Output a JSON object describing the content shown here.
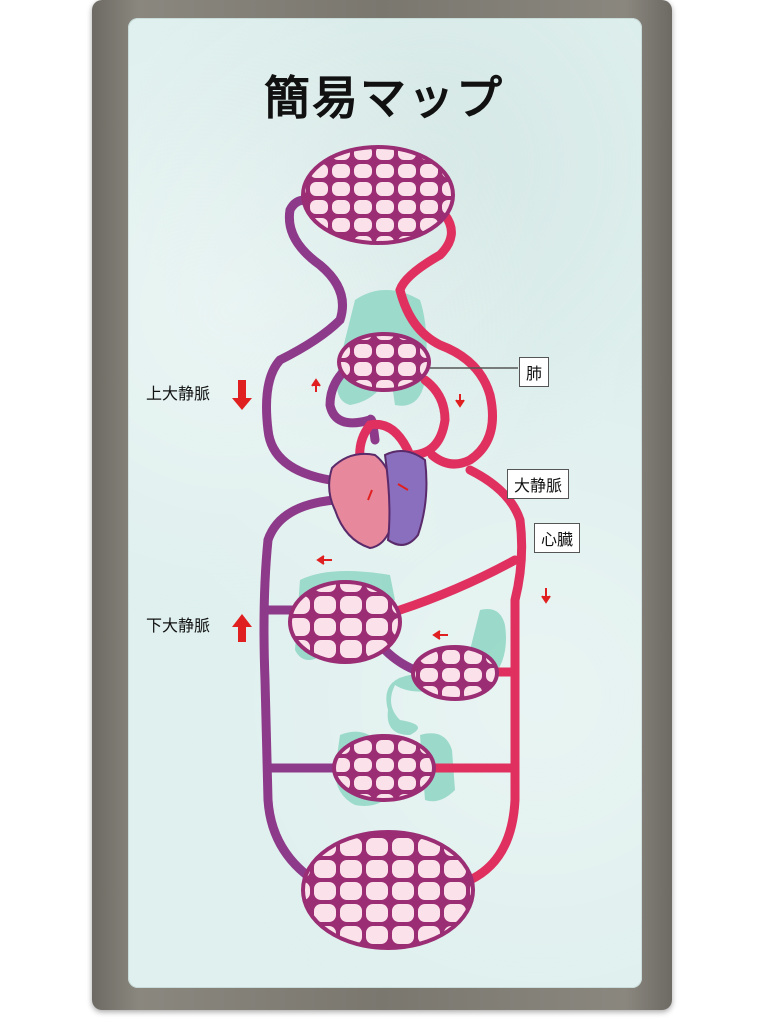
{
  "title": "簡易マップ",
  "labels": {
    "superior_vena_cava": "上大静脈",
    "inferior_vena_cava": "下大静脈",
    "lung": "肺",
    "aorta": "大静脈",
    "heart": "心臓"
  },
  "colors": {
    "vein": "#8e3a8a",
    "artery": "#e0305f",
    "organ_fill": "#f7d6e0",
    "organ_edge": "#9a2d74",
    "organ_silhouette": "#8fd6c4",
    "arrow": "#e02020",
    "paper": "#dff0ee",
    "frame": "#7a776f"
  }
}
